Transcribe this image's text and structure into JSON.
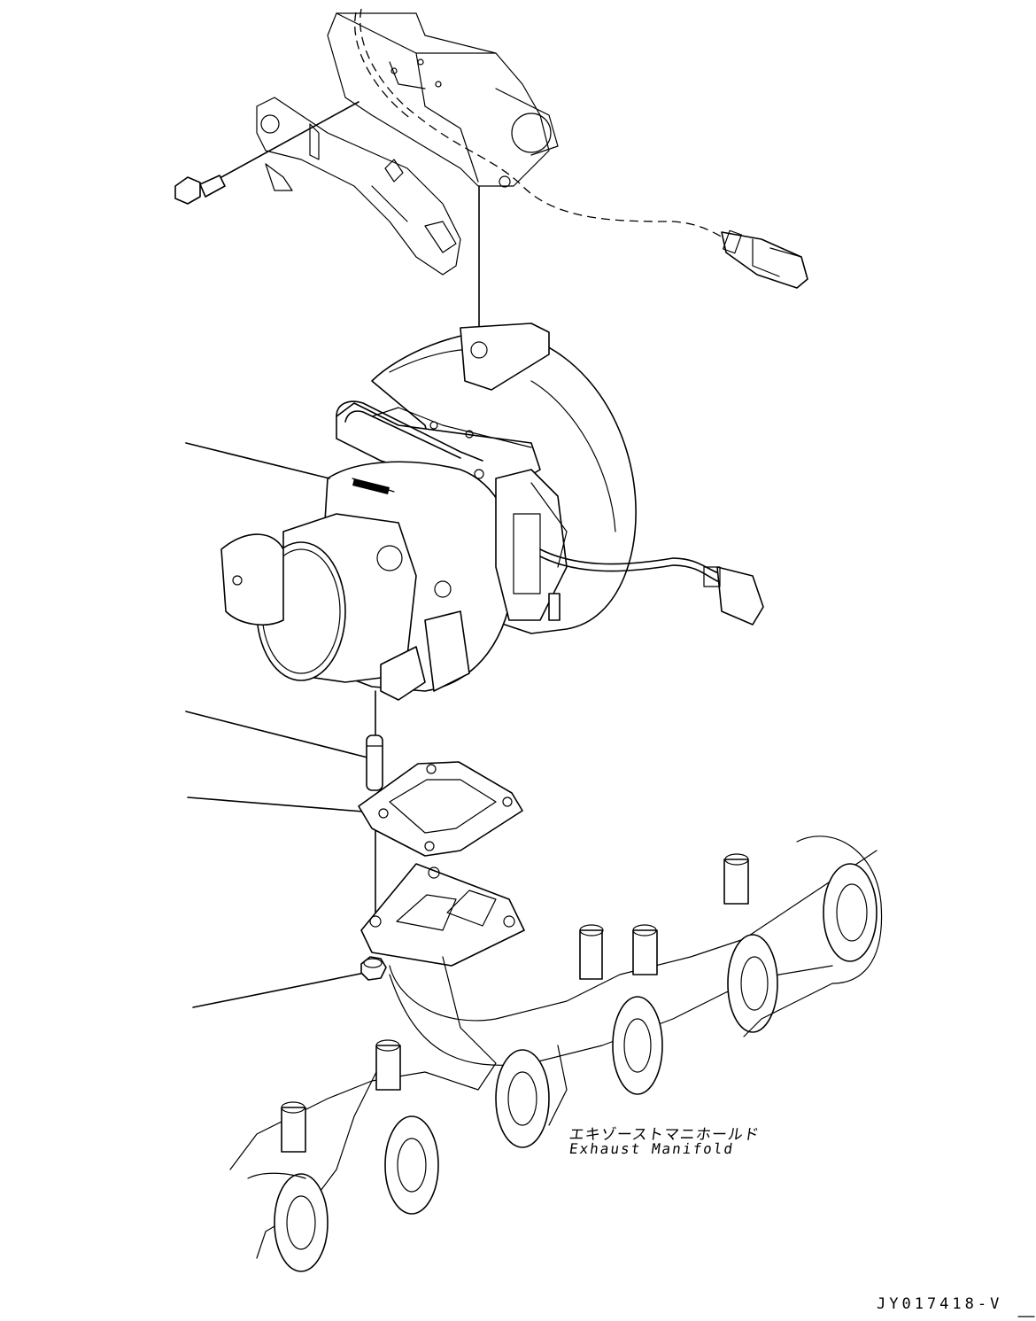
{
  "diagram": {
    "part_label_jp": "エキゾーストマニホールド",
    "part_label_en": "Exhaust Manifold",
    "drawing_code": "JY017418-V"
  },
  "parts": [
    {
      "name": "exhaust-sensor-module",
      "style": "phantom"
    },
    {
      "name": "mounting-bolt"
    },
    {
      "name": "sensor-harness-connector"
    },
    {
      "name": "turbocharger"
    },
    {
      "name": "stud"
    },
    {
      "name": "gasket"
    },
    {
      "name": "nut"
    },
    {
      "name": "exhaust-manifold",
      "style": "phantom"
    }
  ],
  "colors": {
    "line": "#000000",
    "background": "#ffffff"
  }
}
